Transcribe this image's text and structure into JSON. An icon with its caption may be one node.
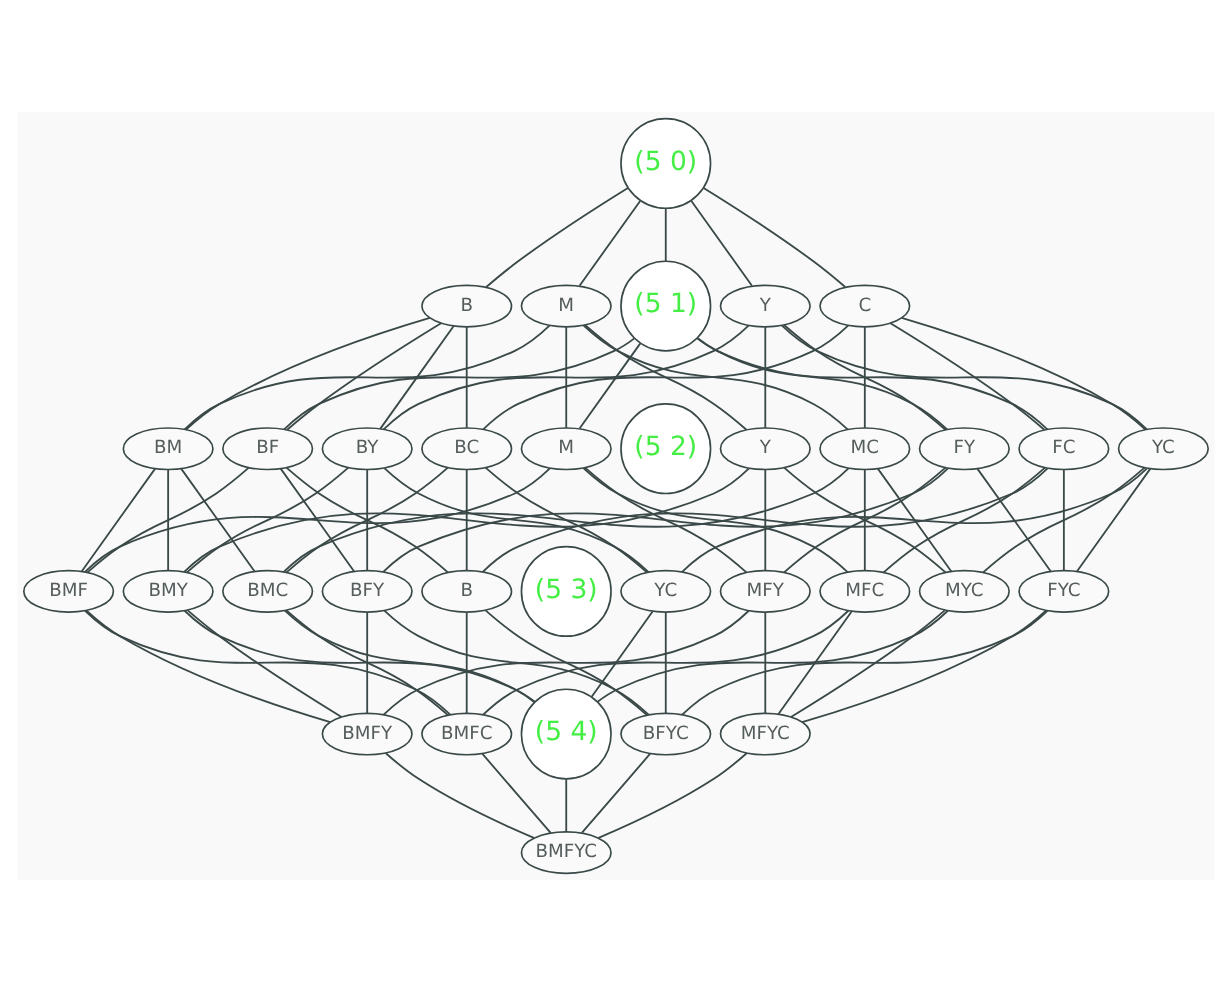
{
  "diagram": {
    "nodes": [
      {
        "text": [
          "(5 0)"
        ]
      },
      {
        "text": [
          "B"
        ]
      },
      {
        "text": [
          "M"
        ]
      },
      {
        "text": [
          "(5 1)"
        ]
      },
      {
        "text": [
          "Y"
        ]
      },
      {
        "text": [
          "C"
        ]
      },
      {
        "text": [
          "BM"
        ]
      },
      {
        "text": [
          "BF"
        ]
      },
      {
        "text": [
          "BY"
        ]
      },
      {
        "text": [
          "BC"
        ]
      },
      {
        "text": [
          "M"
        ]
      },
      {
        "text": [
          "(5 2)"
        ]
      },
      {
        "text": [
          "Y"
        ]
      },
      {
        "text": [
          "MC"
        ]
      },
      {
        "text": [
          "FY"
        ]
      },
      {
        "text": [
          "FC"
        ]
      },
      {
        "text": [
          "YC"
        ]
      },
      {
        "text": [
          "BMF"
        ]
      },
      {
        "text": [
          "BMY"
        ]
      },
      {
        "text": [
          "BMC"
        ]
      },
      {
        "text": [
          "BFY"
        ]
      },
      {
        "text": [
          "B"
        ]
      },
      {
        "text": [
          "(5 3)"
        ]
      },
      {
        "text": [
          "YC"
        ]
      },
      {
        "text": [
          "MFY"
        ]
      },
      {
        "text": [
          "MFC"
        ]
      },
      {
        "text": [
          "MYC"
        ]
      },
      {
        "text": [
          "FYC"
        ]
      },
      {
        "text": [
          "BMFY"
        ]
      },
      {
        "text": [
          "BMFC"
        ]
      },
      {
        "text": [
          "(5 4)"
        ]
      },
      {
        "text": [
          "BFYC"
        ]
      },
      {
        "text": [
          "MFYC"
        ]
      },
      {
        "text": [
          "BMFYC"
        ]
      }
    ],
    "edges": [
      {
        "from": 0,
        "to": 1,
        "arrow": "none"
      },
      {
        "from": 0,
        "to": 2,
        "arrow": "none"
      },
      {
        "from": 0,
        "to": 3,
        "arrow": "none"
      },
      {
        "from": 0,
        "to": 4,
        "arrow": "none"
      },
      {
        "from": 0,
        "to": 5,
        "arrow": "none"
      },
      {
        "from": 1,
        "to": 6,
        "arrow": "none"
      },
      {
        "from": 2,
        "to": 6,
        "arrow": "none"
      },
      {
        "from": 1,
        "to": 7,
        "arrow": "none"
      },
      {
        "from": 3,
        "to": 7,
        "arrow": "none"
      },
      {
        "from": 1,
        "to": 8,
        "arrow": "none"
      },
      {
        "from": 4,
        "to": 8,
        "arrow": "none"
      },
      {
        "from": 1,
        "to": 9,
        "arrow": "none"
      },
      {
        "from": 5,
        "to": 9,
        "arrow": "none"
      },
      {
        "from": 2,
        "to": 10,
        "arrow": "none"
      },
      {
        "from": 3,
        "to": 10,
        "arrow": "none"
      },
      {
        "from": 2,
        "to": 12,
        "arrow": "none"
      },
      {
        "from": 4,
        "to": 12,
        "arrow": "none"
      },
      {
        "from": 2,
        "to": 13,
        "arrow": "none"
      },
      {
        "from": 5,
        "to": 13,
        "arrow": "none"
      },
      {
        "from": 3,
        "to": 14,
        "arrow": "none"
      },
      {
        "from": 4,
        "to": 14,
        "arrow": "none"
      },
      {
        "from": 3,
        "to": 15,
        "arrow": "none"
      },
      {
        "from": 5,
        "to": 15,
        "arrow": "none"
      },
      {
        "from": 4,
        "to": 16,
        "arrow": "none"
      },
      {
        "from": 5,
        "to": 16,
        "arrow": "none"
      },
      {
        "from": 6,
        "to": 17,
        "arrow": "none"
      },
      {
        "from": 7,
        "to": 17,
        "arrow": "none"
      },
      {
        "from": 10,
        "to": 17,
        "arrow": "none"
      },
      {
        "from": 6,
        "to": 18,
        "arrow": "none"
      },
      {
        "from": 8,
        "to": 18,
        "arrow": "none"
      },
      {
        "from": 12,
        "to": 18,
        "arrow": "none"
      },
      {
        "from": 6,
        "to": 19,
        "arrow": "none"
      },
      {
        "from": 9,
        "to": 19,
        "arrow": "none"
      },
      {
        "from": 13,
        "to": 19,
        "arrow": "none"
      },
      {
        "from": 7,
        "to": 20,
        "arrow": "none"
      },
      {
        "from": 8,
        "to": 20,
        "arrow": "none"
      },
      {
        "from": 14,
        "to": 20,
        "arrow": "none"
      },
      {
        "from": 7,
        "to": 21,
        "arrow": "none"
      },
      {
        "from": 9,
        "to": 21,
        "arrow": "none"
      },
      {
        "from": 15,
        "to": 21,
        "arrow": "none"
      },
      {
        "from": 8,
        "to": 23,
        "arrow": "none"
      },
      {
        "from": 9,
        "to": 23,
        "arrow": "none"
      },
      {
        "from": 16,
        "to": 23,
        "arrow": "none"
      },
      {
        "from": 10,
        "to": 24,
        "arrow": "none"
      },
      {
        "from": 12,
        "to": 24,
        "arrow": "none"
      },
      {
        "from": 14,
        "to": 24,
        "arrow": "none"
      },
      {
        "from": 10,
        "to": 25,
        "arrow": "none"
      },
      {
        "from": 13,
        "to": 25,
        "arrow": "none"
      },
      {
        "from": 15,
        "to": 25,
        "arrow": "none"
      },
      {
        "from": 12,
        "to": 26,
        "arrow": "none"
      },
      {
        "from": 13,
        "to": 26,
        "arrow": "none"
      },
      {
        "from": 16,
        "to": 26,
        "arrow": "none"
      },
      {
        "from": 14,
        "to": 27,
        "arrow": "none"
      },
      {
        "from": 15,
        "to": 27,
        "arrow": "none"
      },
      {
        "from": 16,
        "to": 27,
        "arrow": "none"
      },
      {
        "from": 17,
        "to": 28,
        "arrow": "none"
      },
      {
        "from": 18,
        "to": 28,
        "arrow": "none"
      },
      {
        "from": 20,
        "to": 28,
        "arrow": "none"
      },
      {
        "from": 24,
        "to": 28,
        "arrow": "none"
      },
      {
        "from": 17,
        "to": 29,
        "arrow": "none"
      },
      {
        "from": 19,
        "to": 29,
        "arrow": "none"
      },
      {
        "from": 21,
        "to": 29,
        "arrow": "none"
      },
      {
        "from": 25,
        "to": 29,
        "arrow": "none"
      },
      {
        "from": 18,
        "to": 30,
        "arrow": "none"
      },
      {
        "from": 19,
        "to": 30,
        "arrow": "none"
      },
      {
        "from": 23,
        "to": 30,
        "arrow": "none"
      },
      {
        "from": 26,
        "to": 30,
        "arrow": "none"
      },
      {
        "from": 20,
        "to": 31,
        "arrow": "none"
      },
      {
        "from": 21,
        "to": 31,
        "arrow": "none"
      },
      {
        "from": 23,
        "to": 31,
        "arrow": "none"
      },
      {
        "from": 27,
        "to": 31,
        "arrow": "none"
      },
      {
        "from": 24,
        "to": 32,
        "arrow": "none"
      },
      {
        "from": 25,
        "to": 32,
        "arrow": "none"
      },
      {
        "from": 26,
        "to": 32,
        "arrow": "none"
      },
      {
        "from": 27,
        "to": 32,
        "arrow": "none"
      },
      {
        "from": 28,
        "to": 33,
        "arrow": "none"
      },
      {
        "from": 29,
        "to": 33,
        "arrow": "none"
      },
      {
        "from": 30,
        "to": 33,
        "arrow": "none"
      },
      {
        "from": 31,
        "to": 33,
        "arrow": "none"
      },
      {
        "from": 32,
        "to": 33,
        "arrow": "none"
      }
    ]
  }
}
